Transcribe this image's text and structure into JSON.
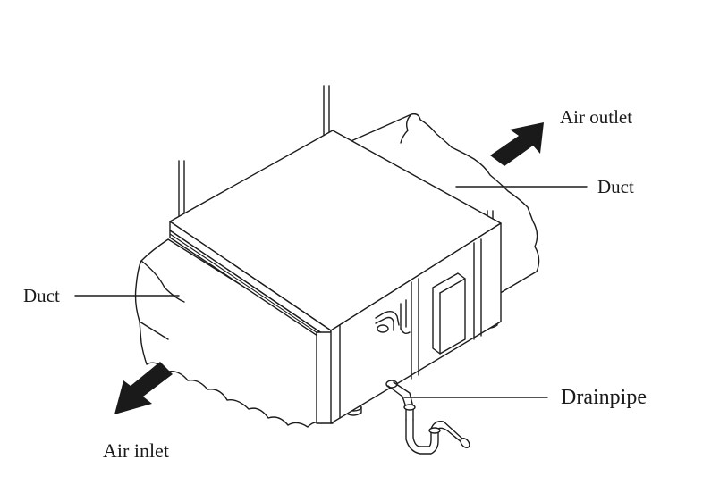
{
  "labels": {
    "air_outlet": "Air outlet",
    "duct_right": "Duct",
    "duct_left": "Duct",
    "drainpipe": "Drainpipe",
    "air_inlet": "Air inlet"
  },
  "colors": {
    "line": "#1c1c1c",
    "arrow_fill": "#1a1a1a",
    "background": "#ffffff"
  }
}
